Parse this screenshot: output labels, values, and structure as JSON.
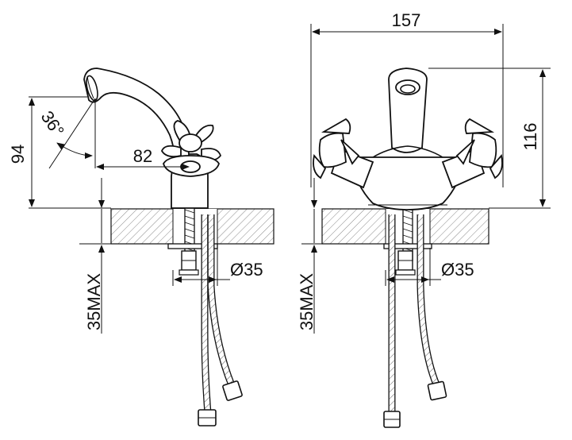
{
  "dimensions": {
    "side_height": "94",
    "spout_angle": "36°",
    "spout_reach": "82",
    "side_hole": "Ø35",
    "side_max_thickness": "35MAX",
    "front_width": "157",
    "front_height": "116",
    "front_hole": "Ø35",
    "front_max_thickness": "35MAX"
  }
}
